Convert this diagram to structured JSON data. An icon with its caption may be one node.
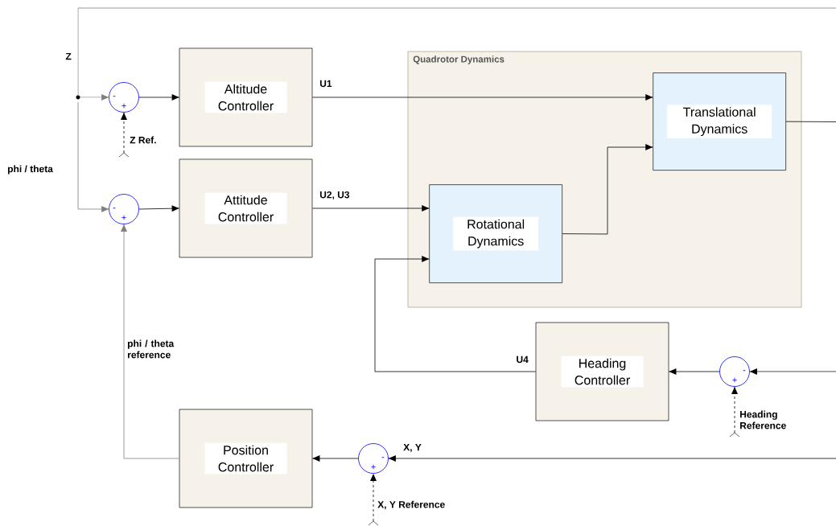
{
  "diagram": {
    "nodes": [
      {
        "text": [
          "Quadrotor Dynamics"
        ]
      },
      {
        "text": [
          "Altitude Controller"
        ]
      },
      {
        "text": [
          "Attitude Controller"
        ]
      },
      {
        "text": [
          "Translational Dynamics"
        ],
        "in": 0
      },
      {
        "text": [
          "Rotational Dynamics"
        ],
        "in": 0
      },
      {
        "text": [
          "Heading Controller"
        ]
      },
      {
        "text": [
          "Position Controller"
        ]
      },
      {
        "text": [
          "-",
          "+"
        ]
      },
      {
        "text": [
          "-",
          "+"
        ]
      },
      {
        "text": [
          "-",
          "+"
        ]
      },
      {
        "text": [
          "-",
          "+"
        ]
      }
    ],
    "edges": [
      {
        "from": null,
        "to": 7,
        "arrow": "to",
        "label": "Z",
        "color": "#808080"
      },
      {
        "from": null,
        "to": 8,
        "arrow": "to",
        "label": "phi / theta",
        "color": "#808080"
      },
      {
        "from": null,
        "to": 7,
        "arrow": "to",
        "label": "Z Ref.",
        "style": "dashed"
      },
      {
        "from": 7,
        "to": 1,
        "arrow": "to"
      },
      {
        "from": 6,
        "to": 8,
        "arrow": "to",
        "label": "phi / theta reference",
        "color": "#808080"
      },
      {
        "from": 8,
        "to": 2,
        "arrow": "to"
      },
      {
        "from": 1,
        "to": 3,
        "arrow": "to",
        "label": "U1"
      },
      {
        "from": 2,
        "to": 4,
        "arrow": "to",
        "label": "U2, U3"
      },
      {
        "from": 4,
        "to": 3,
        "arrow": "to"
      },
      {
        "from": 5,
        "to": 4,
        "arrow": "to",
        "label": "U4"
      },
      {
        "from": 9,
        "to": 5,
        "arrow": "to"
      },
      {
        "from": null,
        "to": 9,
        "arrow": "to"
      },
      {
        "from": null,
        "to": 9,
        "arrow": "to",
        "label": "Heading Reference",
        "style": "dashed"
      },
      {
        "from": 10,
        "to": 6,
        "arrow": "to"
      },
      {
        "from": null,
        "to": 10,
        "arrow": "to",
        "label": "X, Y"
      },
      {
        "from": null,
        "to": 10,
        "arrow": "to",
        "label": "X, Y Reference",
        "style": "dashed"
      },
      {
        "from": 3,
        "to": null,
        "arrow": "none"
      }
    ]
  }
}
